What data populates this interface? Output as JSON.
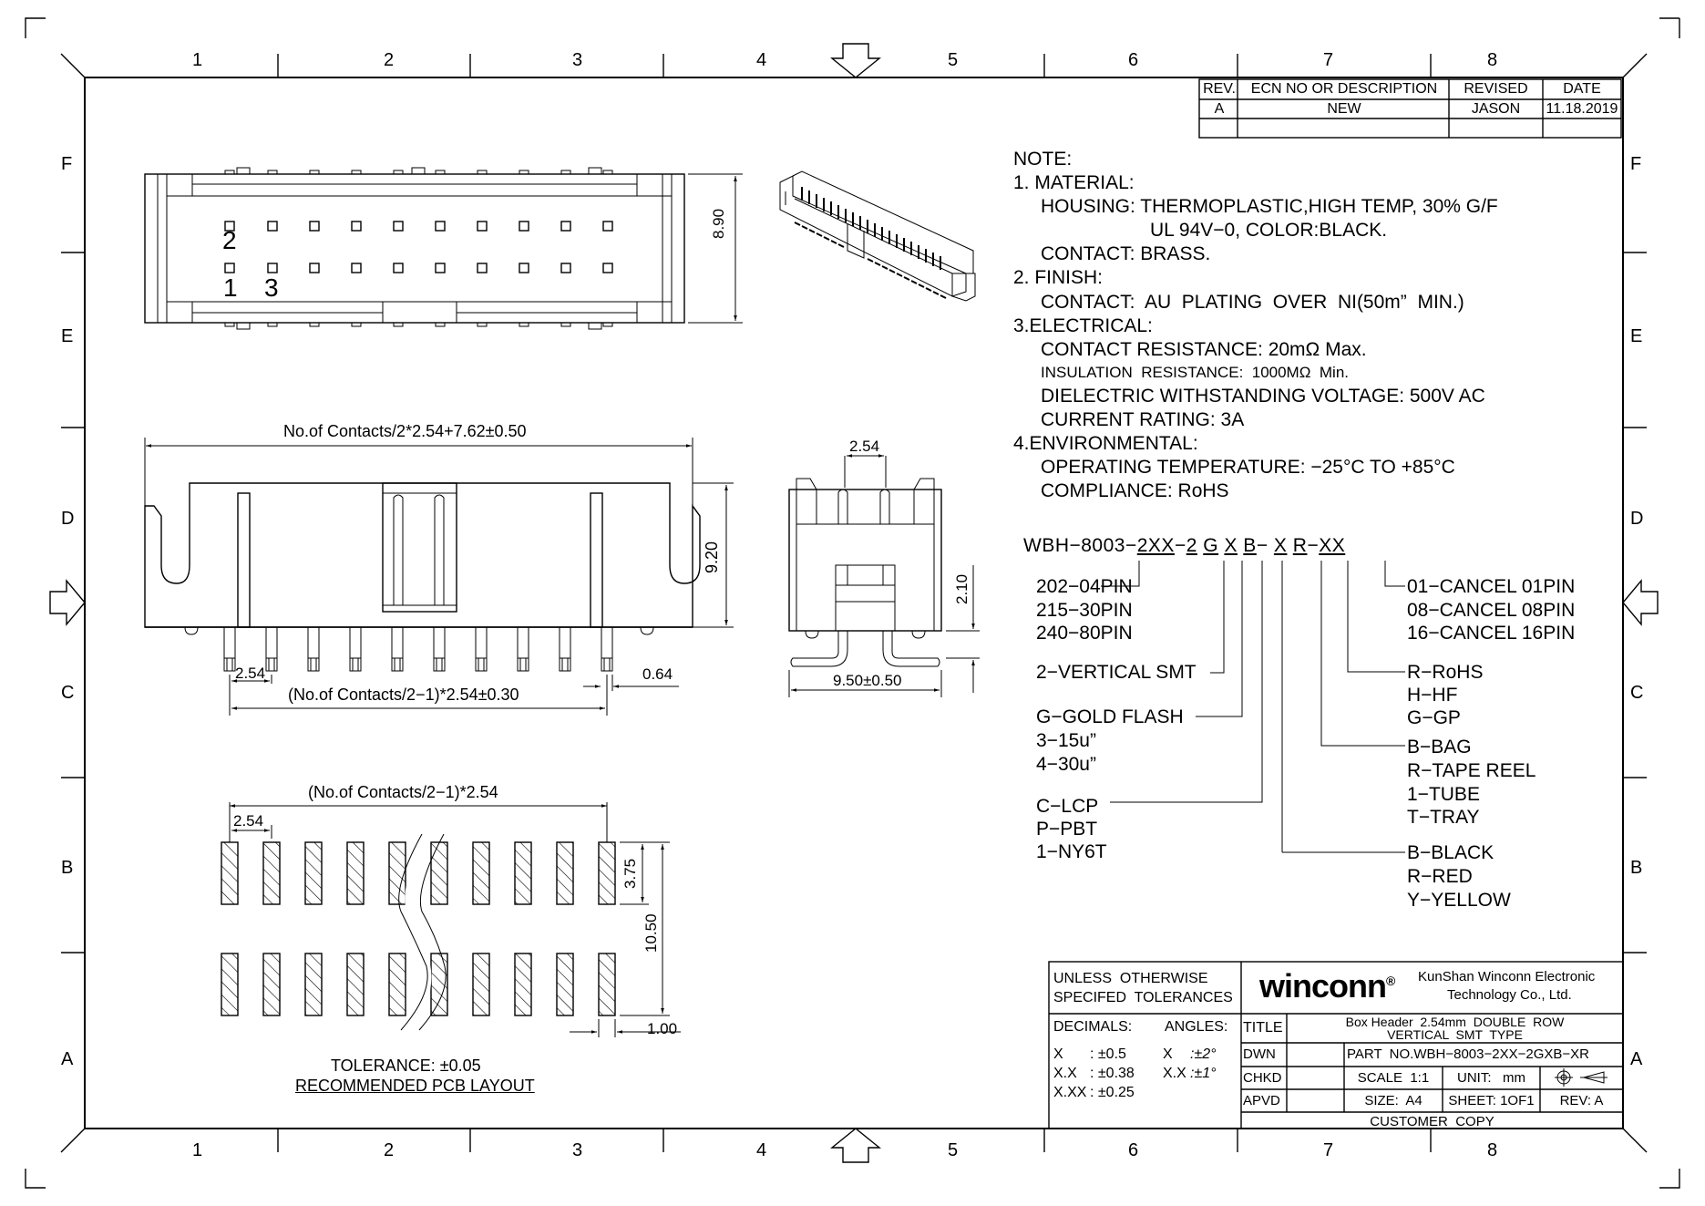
{
  "frame": {
    "columns": [
      "1",
      "2",
      "3",
      "4",
      "5",
      "6",
      "7",
      "8"
    ],
    "rows": [
      "F",
      "E",
      "D",
      "C",
      "B",
      "A"
    ]
  },
  "revision_table": {
    "headers": [
      "REV.",
      "ECN NO OR DESCRIPTION",
      "REVISED",
      "DATE"
    ],
    "rows": [
      [
        "A",
        "NEW",
        "JASON",
        "11.18.2019"
      ],
      [
        "",
        "",
        "",
        ""
      ]
    ]
  },
  "notes": {
    "heading": "NOTE:",
    "lines": [
      "1. MATERIAL:",
      "HOUSING: THERMOPLASTIC,HIGH TEMP, 30% G/F",
      "UL 94V−0, COLOR:BLACK.",
      "CONTACT: BRASS.",
      "2. FINISH:",
      "CONTACT:  AU  PLATING  OVER  NI(50m”  MIN.)",
      "3.ELECTRICAL:",
      "CONTACT RESISTANCE: 20mΩ Max.",
      "INSULATION  RESISTANCE:  1000MΩ  Min.",
      "DIELECTRIC WITHSTANDING VOLTAGE: 500V AC",
      "CURRENT RATING: 3A",
      "4.ENVIRONMENTAL:",
      "OPERATING TEMPERATURE: −25°C TO +85°C",
      "COMPLIANCE: RoHS"
    ]
  },
  "part_number_key": {
    "code_segments": [
      "WBH−8003−",
      "2XX",
      "−",
      "2",
      " ",
      "G",
      " ",
      "X",
      " ",
      "B",
      "− ",
      "X",
      " ",
      "R",
      "−",
      "XX"
    ],
    "pin_options": [
      "202−04PIN",
      "215−30PIN",
      "240−80PIN"
    ],
    "type_options": [
      "2−VERTICAL SMT"
    ],
    "plating_options": [
      "G−GOLD FLASH",
      "3−15u”",
      "4−30u”"
    ],
    "material_options": [
      "C−LCP",
      "P−PBT",
      "1−NY6T"
    ],
    "cancel_options": [
      "01−CANCEL 01PIN",
      "08−CANCEL 08PIN",
      "16−CANCEL 16PIN"
    ],
    "compliance_options": [
      "R−RoHS",
      "H−HF",
      "G−GP"
    ],
    "packing_options": [
      "B−BAG",
      "R−TAPE REEL",
      "1−TUBE",
      "T−TRAY"
    ],
    "color_options": [
      "B−BLACK",
      "R−RED",
      "Y−YELLOW"
    ]
  },
  "top_view": {
    "pin_labels": [
      "2",
      "1",
      "3"
    ],
    "height_dim": "8.90"
  },
  "front_view": {
    "overall_length_dim": "No.of Contacts/2*2.54+7.62±0.50",
    "height_dim": "9.20",
    "pitch_dim": "2.54",
    "pin_span_dim": "(No.of Contacts/2−1)*2.54±0.30",
    "pin_width_dim": "0.64"
  },
  "side_view": {
    "pitch_dim": "2.54",
    "standoff_dim": "2.10",
    "foot_span_dim": "9.50±0.50"
  },
  "pcb_layout": {
    "span_dim": "(No.of Contacts/2−1)*2.54",
    "pitch_dim": "2.54",
    "pad_length_dim": "3.75",
    "row_span_dim": "10.50",
    "pad_width_dim": "1.00",
    "tolerance": "TOLERANCE: ±0.05",
    "caption": "RECOMMENDED PCB LAYOUT"
  },
  "title_block": {
    "tolerance_header": [
      "UNLESS  OTHERWISE",
      "SPECIFED  TOLERANCES"
    ],
    "decimals_label": "DECIMALS:",
    "angles_label": "ANGLES:",
    "tolerances": [
      {
        "decimal": "X",
        "decimal_tol": ": ±0.5",
        "angle": "X",
        "angle_tol": ":±2°"
      },
      {
        "decimal": "X.X",
        "decimal_tol": ": ±0.38",
        "angle": "X.X",
        "angle_tol": ":±1°"
      },
      {
        "decimal": "X.XX",
        "decimal_tol": ": ±0.25",
        "angle": "",
        "angle_tol": ""
      }
    ],
    "brand": "winconn",
    "registered_mark": "®",
    "company_line1": "KunShan Winconn Electronic",
    "company_line2": "Technology Co., Ltd.",
    "title_label": "TITLE",
    "title_line1": "Box Header  2.54mm  DOUBLE  ROW",
    "title_line2": "VERTICAL  SMT  TYPE",
    "dwn_label": "DWN",
    "chkd_label": "CHKD",
    "apvd_label": "APVD",
    "part_no": "PART  NO.WBH−8003−2XX−2GXB−XR",
    "scale": "SCALE  1:1",
    "unit": "UNIT:   mm",
    "size": "SIZE:  A4",
    "sheet": "SHEET: 1OF1",
    "rev": "REV: A",
    "projection_icon": "third-angle-projection-icon",
    "copy": "CUSTOMER  COPY"
  }
}
